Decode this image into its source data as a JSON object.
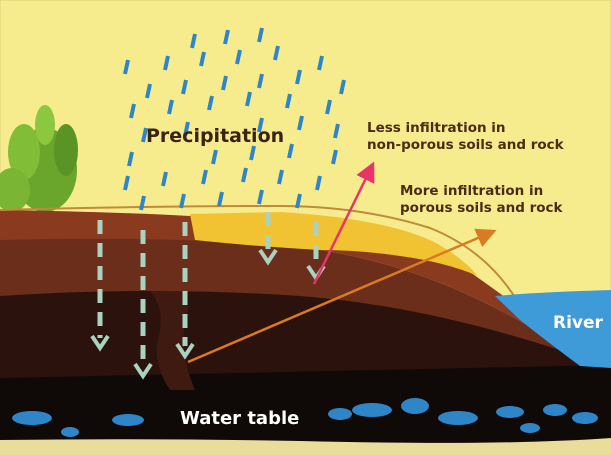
{
  "labels": {
    "precipitation": "Precipitation",
    "less_infiltration": [
      "Less infiltration in",
      "non-porous soils and rock"
    ],
    "more_infiltration": [
      "More infiltration in",
      "porous soils and rock"
    ],
    "river": "River",
    "water_table": "Water table"
  },
  "colors": {
    "sky": "#f6ec8e",
    "rain": "#2e86c8",
    "infiltration_arrows": "#a9d2c0",
    "less_pointer": "#e8336b",
    "more_pointer": "#d97b22",
    "river": "#3f9ad8",
    "bedrock": "#0f0a08",
    "porous_soil": "#f1c232"
  }
}
